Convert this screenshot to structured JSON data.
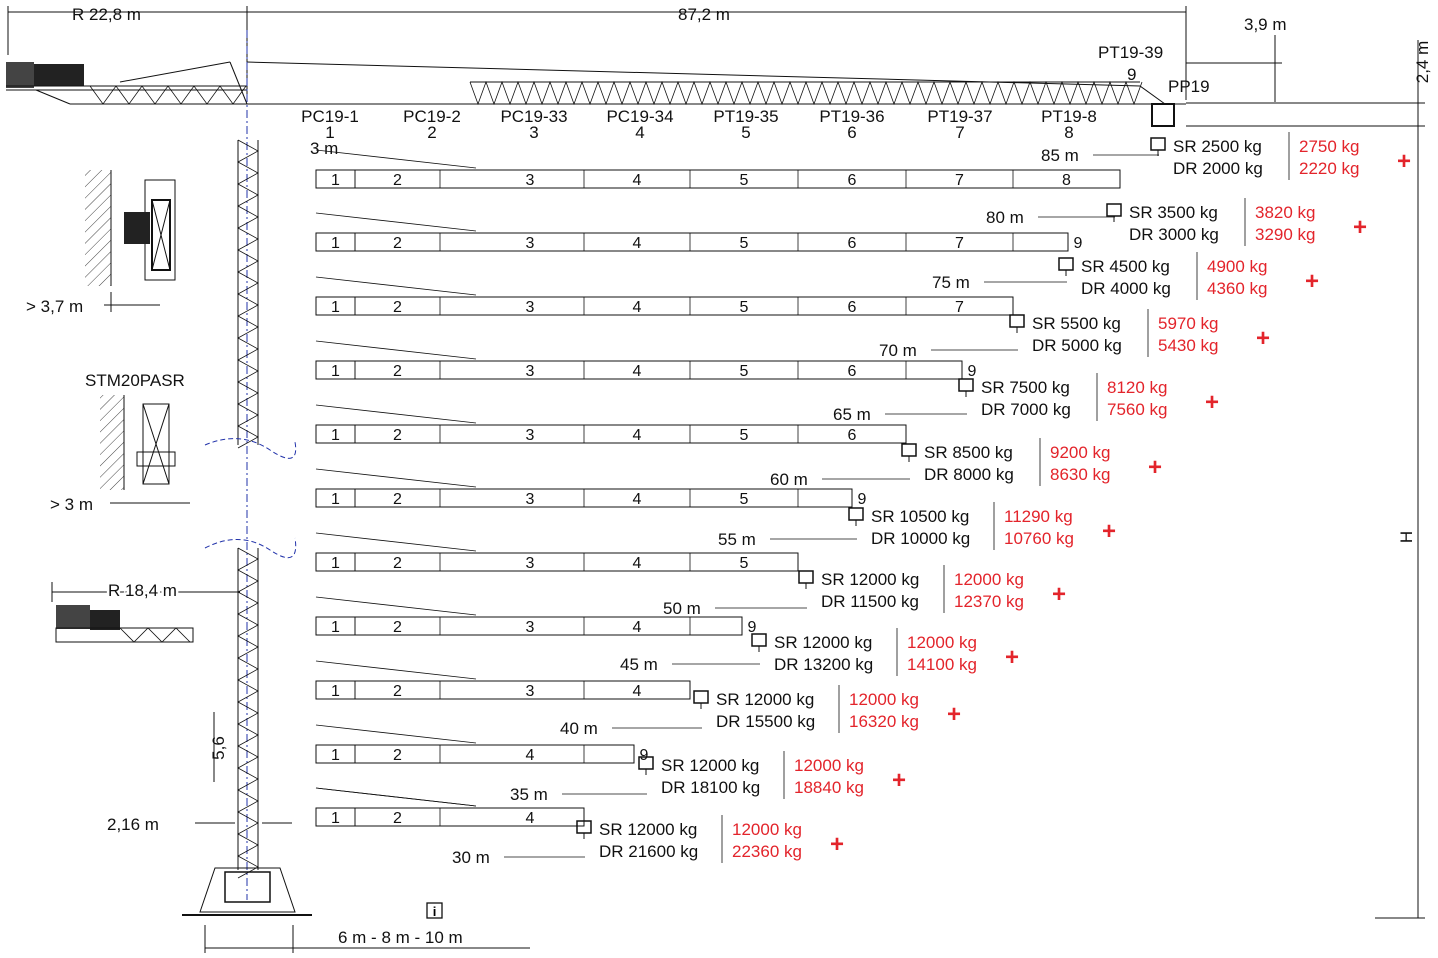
{
  "top": {
    "r_counter": "R 22,8 m",
    "total_length": "87,2  m",
    "tip_height": "3,9 m",
    "head_height": "2,4 m",
    "end_section": "PT19-39",
    "section_9": "9",
    "pp_section": "PP19",
    "clearance": "3  m"
  },
  "sections": [
    {
      "code": "PC19-1",
      "num": "1"
    },
    {
      "code": "PC19-2",
      "num": "2"
    },
    {
      "code": "PC19-33",
      "num": "3"
    },
    {
      "code": "PC19-34",
      "num": "4"
    },
    {
      "code": "PT19-35",
      "num": "5"
    },
    {
      "code": "PT19-36",
      "num": "6"
    },
    {
      "code": "PT19-37",
      "num": "7"
    },
    {
      "code": "PT19-8",
      "num": "8"
    }
  ],
  "configs": [
    {
      "reach": "85 m",
      "segs": [
        "1",
        "2",
        "3",
        "4",
        "5",
        "6",
        "7",
        "8"
      ],
      "extra": "",
      "sr": "SR 2500 kg",
      "dr": "DR 2000 kg",
      "sr_plus": "2750 kg",
      "dr_plus": "2220 kg"
    },
    {
      "reach": "80 m",
      "segs": [
        "1",
        "2",
        "3",
        "4",
        "5",
        "6",
        "7"
      ],
      "extra": "9",
      "sr": "SR 3500 kg",
      "dr": "DR 3000 kg",
      "sr_plus": "3820 kg",
      "dr_plus": "3290 kg"
    },
    {
      "reach": "75 m",
      "segs": [
        "1",
        "2",
        "3",
        "4",
        "5",
        "6",
        "7"
      ],
      "extra": "",
      "sr": "SR 4500 kg",
      "dr": "DR 4000 kg",
      "sr_plus": "4900 kg",
      "dr_plus": "4360 kg"
    },
    {
      "reach": "70 m",
      "segs": [
        "1",
        "2",
        "3",
        "4",
        "5",
        "6"
      ],
      "extra": "9",
      "sr": "SR 5500 kg",
      "dr": "DR 5000 kg",
      "sr_plus": "5970 kg",
      "dr_plus": "5430 kg"
    },
    {
      "reach": "65 m",
      "segs": [
        "1",
        "2",
        "3",
        "4",
        "5",
        "6"
      ],
      "extra": "",
      "sr": "SR 7500 kg",
      "dr": "DR 7000 kg",
      "sr_plus": "8120 kg",
      "dr_plus": "7560 kg"
    },
    {
      "reach": "60 m",
      "segs": [
        "1",
        "2",
        "3",
        "4",
        "5"
      ],
      "extra": "9",
      "sr": "SR 8500 kg",
      "dr": "DR 8000 kg",
      "sr_plus": "9200 kg",
      "dr_plus": "8630 kg"
    },
    {
      "reach": "55 m",
      "segs": [
        "1",
        "2",
        "3",
        "4",
        "5"
      ],
      "extra": "",
      "sr": "SR 10500 kg",
      "dr": "DR 10000 kg",
      "sr_plus": "11290 kg",
      "dr_plus": "10760 kg"
    },
    {
      "reach": "50 m",
      "segs": [
        "1",
        "2",
        "3",
        "4"
      ],
      "extra": "9",
      "sr": "SR 12000 kg",
      "dr": "DR 11500 kg",
      "sr_plus": "12000 kg",
      "dr_plus": "12370 kg"
    },
    {
      "reach": "45 m",
      "segs": [
        "1",
        "2",
        "3",
        "4"
      ],
      "extra": "",
      "sr": "SR 12000 kg",
      "dr": "DR 13200 kg",
      "sr_plus": "12000 kg",
      "dr_plus": "14100 kg"
    },
    {
      "reach": "40 m",
      "segs": [
        "1",
        "2",
        "4"
      ],
      "extra": "9",
      "sr": "SR 12000 kg",
      "dr": "DR 15500 kg",
      "sr_plus": "12000 kg",
      "dr_plus": "16320 kg"
    },
    {
      "reach": "35 m",
      "segs": [
        "1",
        "2",
        "4"
      ],
      "extra": "",
      "sr": "SR 12000 kg",
      "dr": "DR 18100 kg",
      "sr_plus": "12000 kg",
      "dr_plus": "18840 kg"
    },
    {
      "reach": "30 m",
      "segs": [],
      "extra": "",
      "sr": "SR 12000 kg",
      "dr": "DR 21600 kg",
      "sr_plus": "12000 kg",
      "dr_plus": "22360 kg"
    }
  ],
  "plus_sign": "+",
  "left": {
    "wall_clearance_1": "> 3,7 m",
    "model": "STM20PASR",
    "wall_clearance_2": ">  3  m",
    "r_small": "R 18,4 m",
    "mast_section": "5,6",
    "mast_width": "2,16 m",
    "base_size": "6 m - 8 m - 10 m",
    "info_icon": "i"
  },
  "right": {
    "height_label": "H"
  }
}
